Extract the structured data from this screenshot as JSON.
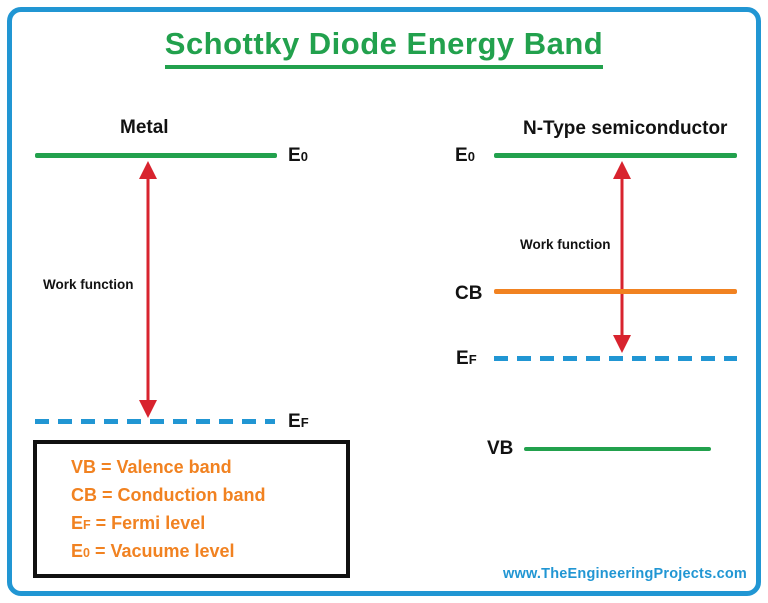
{
  "colors": {
    "green": "#22a14d",
    "red": "#d8232e",
    "blue": "#2196d3",
    "orange": "#f18221",
    "ink": "#121212"
  },
  "title": "Schottky Diode Energy Band",
  "metal": {
    "heading": "Metal",
    "work_function": "Work function",
    "e0": {
      "base": "E",
      "sub": "0"
    },
    "ef": {
      "base": "E",
      "sub": "F"
    }
  },
  "semiconductor": {
    "heading": "N-Type semiconductor",
    "work_function": "Work function",
    "e0": {
      "base": "E",
      "sub": "0"
    },
    "cb": "CB",
    "ef": {
      "base": "E",
      "sub": "F"
    },
    "vb": "VB"
  },
  "legend": {
    "items": [
      {
        "pre": "VB",
        "sub": "",
        "post": " = Valence band"
      },
      {
        "pre": "CB",
        "sub": "",
        "post": " = Conduction band"
      },
      {
        "pre": "E",
        "sub": "F",
        "post": " = Fermi level"
      },
      {
        "pre": "E",
        "sub": "0",
        "post": " = Vacuume level"
      }
    ]
  },
  "footer": {
    "website": "www.TheEngineeringProjects.com"
  }
}
